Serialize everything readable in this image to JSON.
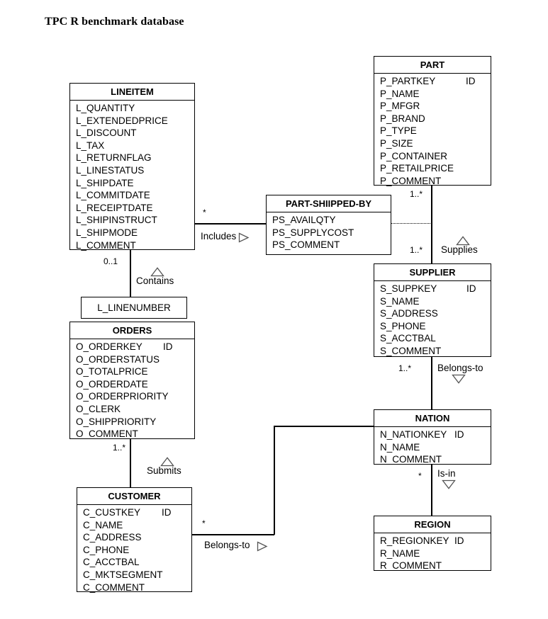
{
  "title": "TPC R benchmark database",
  "colors": {
    "line": "#000000",
    "background": "#ffffff",
    "text": "#000000"
  },
  "entities": {
    "lineitem": {
      "name": "LINEITEM",
      "attributes": [
        {
          "name": "L_QUANTITY",
          "key": ""
        },
        {
          "name": "L_EXTENDEDPRICE",
          "key": ""
        },
        {
          "name": "L_DISCOUNT",
          "key": ""
        },
        {
          "name": "L_TAX",
          "key": ""
        },
        {
          "name": "L_RETURNFLAG",
          "key": ""
        },
        {
          "name": "L_LINESTATUS",
          "key": ""
        },
        {
          "name": "L_SHIPDATE",
          "key": ""
        },
        {
          "name": "L_COMMITDATE",
          "key": ""
        },
        {
          "name": "L_RECEIPTDATE",
          "key": ""
        },
        {
          "name": "L_SHIPINSTRUCT",
          "key": ""
        },
        {
          "name": "L_SHIPMODE",
          "key": ""
        },
        {
          "name": "L_COMMENT",
          "key": ""
        }
      ]
    },
    "part": {
      "name": "PART",
      "attributes": [
        {
          "name": "P_PARTKEY",
          "key": "ID"
        },
        {
          "name": "P_NAME",
          "key": ""
        },
        {
          "name": "P_MFGR",
          "key": ""
        },
        {
          "name": "P_BRAND",
          "key": ""
        },
        {
          "name": "P_TYPE",
          "key": ""
        },
        {
          "name": "P_SIZE",
          "key": ""
        },
        {
          "name": "P_CONTAINER",
          "key": ""
        },
        {
          "name": "P_RETAILPRICE",
          "key": ""
        },
        {
          "name": "P_COMMENT",
          "key": ""
        }
      ]
    },
    "partshippedby": {
      "name": "PART-SHIIPPED-BY",
      "attributes": [
        {
          "name": "PS_AVAILQTY",
          "key": ""
        },
        {
          "name": "PS_SUPPLYCOST",
          "key": ""
        },
        {
          "name": "PS_COMMENT",
          "key": ""
        }
      ]
    },
    "supplier": {
      "name": "SUPPLIER",
      "attributes": [
        {
          "name": "S_SUPPKEY",
          "key": "ID"
        },
        {
          "name": "S_NAME",
          "key": ""
        },
        {
          "name": "S_ADDRESS",
          "key": ""
        },
        {
          "name": "S_PHONE",
          "key": ""
        },
        {
          "name": "S_ACCTBAL",
          "key": ""
        },
        {
          "name": "S_COMMENT",
          "key": ""
        }
      ]
    },
    "orders": {
      "name": "ORDERS",
      "attributes": [
        {
          "name": "O_ORDERKEY",
          "key": "ID"
        },
        {
          "name": "O_ORDERSTATUS",
          "key": ""
        },
        {
          "name": "O_TOTALPRICE",
          "key": ""
        },
        {
          "name": "O_ORDERDATE",
          "key": ""
        },
        {
          "name": "O_ORDERPRIORITY",
          "key": ""
        },
        {
          "name": "O_CLERK",
          "key": ""
        },
        {
          "name": "O_SHIPPRIORITY",
          "key": ""
        },
        {
          "name": "O_COMMENT",
          "key": ""
        }
      ]
    },
    "customer": {
      "name": "CUSTOMER",
      "attributes": [
        {
          "name": "C_CUSTKEY",
          "key": "ID"
        },
        {
          "name": "C_NAME",
          "key": ""
        },
        {
          "name": "C_ADDRESS",
          "key": ""
        },
        {
          "name": "C_PHONE",
          "key": ""
        },
        {
          "name": "C_ACCTBAL",
          "key": ""
        },
        {
          "name": "C_MKTSEGMENT",
          "key": ""
        },
        {
          "name": "C_COMMENT",
          "key": ""
        }
      ]
    },
    "nation": {
      "name": "NATION",
      "attributes": [
        {
          "name": "N_NATIONKEY",
          "key": "ID"
        },
        {
          "name": "N_NAME",
          "key": ""
        },
        {
          "name": "N_COMMENT",
          "key": ""
        }
      ]
    },
    "region": {
      "name": "REGION",
      "attributes": [
        {
          "name": "R_REGIONKEY",
          "key": "ID"
        },
        {
          "name": "R_NAME",
          "key": ""
        },
        {
          "name": "R_COMMENT",
          "key": ""
        }
      ]
    }
  },
  "qualifier": {
    "linenumber": "L_LINENUMBER"
  },
  "relationships": [
    {
      "id": "includes",
      "label": "Includes",
      "direction": "right"
    },
    {
      "id": "contains",
      "label": "Contains",
      "direction": "up"
    },
    {
      "id": "supplies",
      "label": "Supplies",
      "direction": "up"
    },
    {
      "id": "belongs-to-nation",
      "label": "Belongs-to",
      "direction": "down"
    },
    {
      "id": "submits",
      "label": "Submits",
      "direction": "up"
    },
    {
      "id": "is-in",
      "label": "Is-in",
      "direction": "down"
    },
    {
      "id": "belongs-to-region",
      "label": "Belongs-to",
      "direction": "right"
    }
  ],
  "cardinalities": {
    "lineitem_includes": "*",
    "lineitem_contains": "0..1",
    "part_supplies": "1..*",
    "supplier_supplies": "1..*",
    "supplier_belongs_to": "1..*",
    "orders_submits": "1..*",
    "customer_belongs_to": "*",
    "nation_is_in": "*"
  }
}
